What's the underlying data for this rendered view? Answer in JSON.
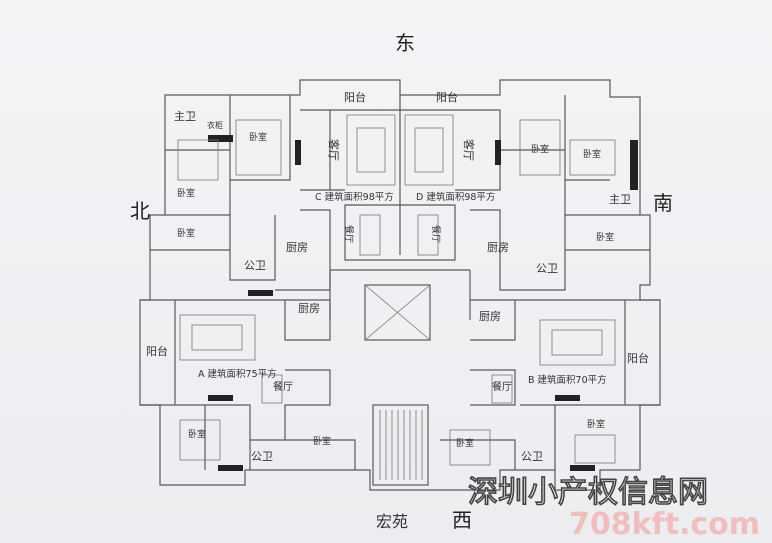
{
  "compass": {
    "east": "东",
    "north": "北",
    "south": "南",
    "west": "西"
  },
  "units": {
    "C": {
      "area": "C 建筑面积98平方"
    },
    "D": {
      "area": "D 建筑面积98平方"
    },
    "A": {
      "area": "A 建筑面积75平方"
    },
    "B": {
      "area": "B 建筑面积70平方"
    }
  },
  "rooms": {
    "balcony": "阳台",
    "master_bath": "主卫",
    "wardrobe": "衣柜",
    "bedroom": "卧室",
    "living_v": "客厅",
    "dining": "餐厅",
    "kitchen": "厨房",
    "public_bath": "公卫"
  },
  "complex_name": "宏苑",
  "watermark": {
    "title": "深圳小产权信息网",
    "url": "708kft.com",
    "title_color": "#ffffff",
    "url_color": "#f2b8b8"
  }
}
